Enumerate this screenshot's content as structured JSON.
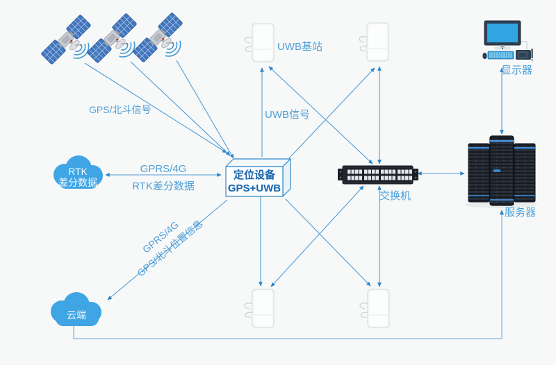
{
  "background": "#f7f8f8",
  "colors": {
    "line": "#4d9dd8",
    "line_light": "#79b6e3",
    "arrow": "#2a84c8",
    "label_text": "#4c9fd9",
    "device_text": "#1565af",
    "cloud_fill": "#3fa5e5",
    "cloud_text": "#f2f9fe",
    "screen_blue": "#31a5e2",
    "hardware_dark": "#262b33",
    "solar_panel_blue": "#4276be"
  },
  "icons": {
    "satellite": "satellite-icon",
    "uwb_station": "uwb-station-icon",
    "positioning_device": "positioning-device-box-icon",
    "network_switch": "network-switch-icon",
    "server": "server-rack-icon",
    "workstation": "monitor-keyboard-icon",
    "cloud": "cloud-icon"
  },
  "labels": {
    "gps_signal": "GPS/北斗信号",
    "uwb_station": "UWB基站",
    "uwb_signal": "UWB信号",
    "device_line1": "定位设备",
    "device_line2": "GPS+UWB",
    "rtk_cloud_line1": "RTK",
    "rtk_cloud_line2": "差分数据",
    "rtk_link_top": "GPRS/4G",
    "rtk_link_bottom": "RTK差分数据",
    "uplink_top": "GPRS/4G",
    "uplink_bottom": "GPS/北斗位置信息",
    "cloud": "云端",
    "switch": "交换机",
    "server": "服务器",
    "display": "显示器"
  }
}
